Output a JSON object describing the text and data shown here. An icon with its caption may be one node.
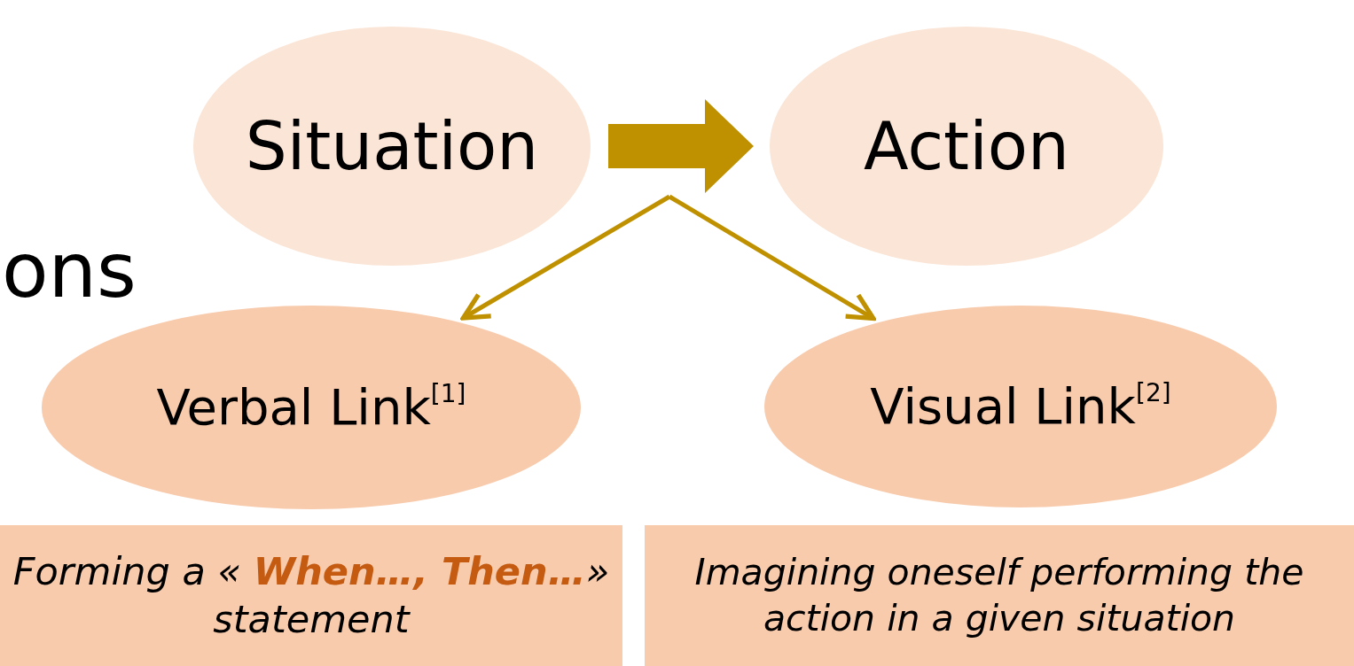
{
  "diagram": {
    "nodes": [
      {
        "text": [
          "Situation"
        ]
      },
      {
        "text": [
          "Action"
        ]
      },
      {
        "text": [
          "Verbal Link$^{[1]}$"
        ]
      },
      {
        "text": [
          "Visual Link$^{[2]}$"
        ]
      },
      {
        "text": [
          "Forming a « **When…, Then…**» statement"
        ]
      },
      {
        "text": [
          "Imagining oneself performing the action in a given situation"
        ]
      }
    ],
    "edges": [
      {
        "from": 0,
        "to": 1,
        "arrow": "to",
        "style": "thick"
      },
      {
        "from": null,
        "to": 2,
        "arrow": "to"
      },
      {
        "from": null,
        "to": 3,
        "arrow": "to"
      }
    ],
    "labels": [
      "ons"
    ]
  }
}
